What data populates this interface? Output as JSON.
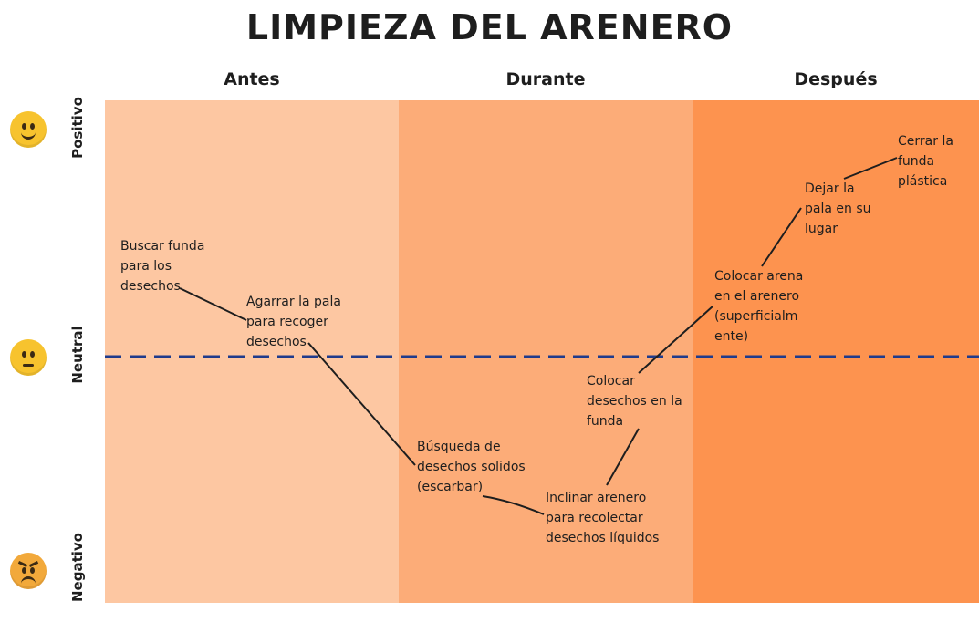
{
  "title": "LIMPIEZA DEL ARENERO",
  "phases": [
    {
      "label": "Antes",
      "color": "#fdc7a2"
    },
    {
      "label": "Durante",
      "color": "#fcac78"
    },
    {
      "label": "Después",
      "color": "#fd934f"
    }
  ],
  "levels": {
    "positive": "Positivo",
    "neutral": "Neutral",
    "negative": "Negativo"
  },
  "icons": [
    "smiling-face-icon",
    "neutral-face-icon",
    "angry-face-icon"
  ],
  "neutral_line_color": "#1f3b8c",
  "connector_color": "#1e1e1e",
  "steps": [
    {
      "label": "Buscar funda\npara los\ndesechos"
    },
    {
      "label": "Agarrar la pala\npara recoger\ndesechos"
    },
    {
      "label": "Búsqueda de\ndesechos solidos\n(escarbar)"
    },
    {
      "label": "Inclinar arenero\npara recolectar\ndesechos líquidos"
    },
    {
      "label": "Colocar\ndesechos en la\nfunda"
    },
    {
      "label": "Colocar arena\nen el arenero\n(superficialm\nente)"
    },
    {
      "label": "Dejar la\npala en su\nlugar"
    },
    {
      "label": "Cerrar la\nfunda\nplástica"
    }
  ]
}
